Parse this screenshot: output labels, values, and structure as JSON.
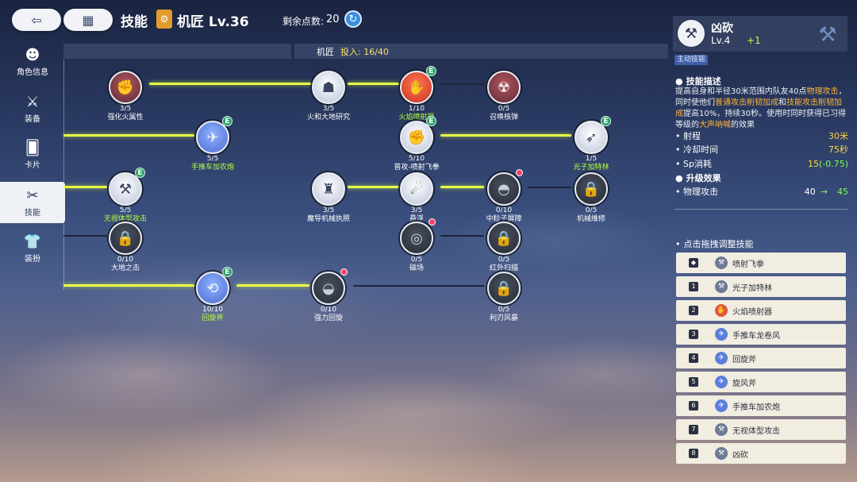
{
  "header": {
    "back_icon": "back-arrow-icon",
    "grid_icon": "grid-icon",
    "title": "技能",
    "class_name": "机匠 Lv.36",
    "points_label": "剩余点数:",
    "points_value": "20"
  },
  "nav": [
    {
      "label": "角色信息",
      "icon": "character-icon"
    },
    {
      "label": "装备",
      "icon": "equipment-icon"
    },
    {
      "label": "卡片",
      "icon": "card-icon"
    },
    {
      "label": "技能",
      "icon": "skill-icon",
      "active": true
    },
    {
      "label": "装扮",
      "icon": "outfit-icon"
    }
  ],
  "tree_header": {
    "class": "机匠",
    "invested": "投入: 16/40"
  },
  "nodes": [
    {
      "name": "强化火属性",
      "level": "3/5",
      "style": "rose",
      "glyph": "✊"
    },
    {
      "name": "火和大地研究",
      "level": "3/5",
      "style": "white",
      "glyph": "☗"
    },
    {
      "name": "火焰喷射器",
      "level": "1/10",
      "style": "fire",
      "glyph": "✋",
      "e": "E",
      "green": true
    },
    {
      "name": "召唤核弹",
      "level": "0/5",
      "style": "rose",
      "glyph": "☢"
    },
    {
      "name": "手推车加农炮",
      "level": "5/5",
      "style": "blue",
      "glyph": "✈",
      "e": "E",
      "green": true
    },
    {
      "name": "普攻-喷射飞拳",
      "level": "5/10",
      "style": "white",
      "glyph": "✊",
      "e": "E"
    },
    {
      "name": "光子加特林",
      "level": "1/5",
      "style": "white",
      "glyph": "➶",
      "e": "E",
      "green": true
    },
    {
      "name": "无视体型攻击",
      "level": "5/5",
      "style": "white",
      "glyph": "⚒",
      "e": "E",
      "green": true
    },
    {
      "name": "魔导机械执照",
      "level": "3/5",
      "style": "white",
      "glyph": "♜"
    },
    {
      "name": "悬浮",
      "level": "3/5",
      "style": "white",
      "glyph": "☄"
    },
    {
      "name": "中粒子屏障",
      "level": "0/10",
      "style": "locked",
      "glyph": "◓",
      "dot": true
    },
    {
      "name": "机械维修",
      "level": "0/5",
      "style": "locked",
      "glyph": "🔒"
    },
    {
      "name": "大地之击",
      "level": "0/10",
      "style": "locked",
      "glyph": "🔒"
    },
    {
      "name": "磁场",
      "level": "0/5",
      "style": "locked",
      "glyph": "◎",
      "dot": true
    },
    {
      "name": "红外扫描",
      "level": "0/5",
      "style": "locked",
      "glyph": "🔒"
    },
    {
      "name": "回旋斧",
      "level": "10/10",
      "style": "blue",
      "glyph": "⟲",
      "e": "E",
      "green": true
    },
    {
      "name": "强力回旋",
      "level": "0/10",
      "style": "locked",
      "glyph": "◒",
      "dot": true
    },
    {
      "name": "利刃风暴",
      "level": "0/5",
      "style": "locked",
      "glyph": "🔒"
    }
  ],
  "detail": {
    "name": "凶砍",
    "level": "Lv.4",
    "plus": "+1",
    "tag": "主动技能",
    "desc_title": "技能描述",
    "desc_parts": [
      {
        "t": "提高自身和半径30米范围内队友40点"
      },
      {
        "t": "物理攻击",
        "hl": true
      },
      {
        "t": "，同时使他们"
      },
      {
        "t": "普通攻击削韧加成",
        "hl": true
      },
      {
        "t": "和"
      },
      {
        "t": "技能攻击削韧加成",
        "hl": true
      },
      {
        "t": "提高10%，持续30秒。使用时同时获得已习得等级的"
      },
      {
        "t": "大声呐喊",
        "hl": true
      },
      {
        "t": "的效果"
      }
    ],
    "stats": [
      {
        "k": "• 射程",
        "v": "30米"
      },
      {
        "k": "• 冷却时间",
        "v": "75秒"
      },
      {
        "k": "• Sp消耗",
        "v": "15",
        "v2": "(-0.75)"
      }
    ],
    "upgrade_title": "升级效果",
    "upgrade": {
      "k": "• 物理攻击",
      "from": "40",
      "arrow": "→",
      "to": "45"
    }
  },
  "slots_title": "点击拖拽调整技能",
  "slots": [
    {
      "num": "◆",
      "label": "喷射飞拳",
      "style": ""
    },
    {
      "num": "1",
      "label": "光子加特林",
      "style": ""
    },
    {
      "num": "2",
      "label": "火焰喷射器",
      "style": "fire"
    },
    {
      "num": "3",
      "label": "手推车龙卷风",
      "style": "blue"
    },
    {
      "num": "4",
      "label": "回旋斧",
      "style": "blue"
    },
    {
      "num": "5",
      "label": "旋风斧",
      "style": "blue"
    },
    {
      "num": "6",
      "label": "手推车加农炮",
      "style": "blue"
    },
    {
      "num": "7",
      "label": "无视体型攻击",
      "style": ""
    },
    {
      "num": "8",
      "label": "凶砍",
      "style": ""
    }
  ]
}
